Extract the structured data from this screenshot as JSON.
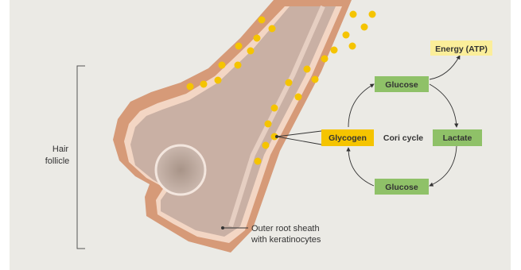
{
  "labels": {
    "hair_follicle_line1": "Hair",
    "hair_follicle_line2": "follicle",
    "outer_root_line1": "Outer root sheath",
    "outer_root_line2": "with keratinocytes",
    "cycle_center": "Cori cycle"
  },
  "boxes": {
    "energy": "Energy (ATP)",
    "glucose_top": "Glucose",
    "glycogen": "Glycogen",
    "lactate": "Lactate",
    "glucose_bottom": "Glucose"
  },
  "colors": {
    "background": "#ebeae5",
    "outer_sheath": "#d69a78",
    "sheath_highlight": "#f3d6c4",
    "hair_shaft": "#c9b0a4",
    "papilla": "#b8a49c",
    "glycogen_granule": "#f5c400",
    "glucose_box": "#8fc168",
    "lactate_box": "#8fc168",
    "glycogen_box": "#f5c400",
    "energy_box": "#fbee9a",
    "text": "#333333"
  }
}
